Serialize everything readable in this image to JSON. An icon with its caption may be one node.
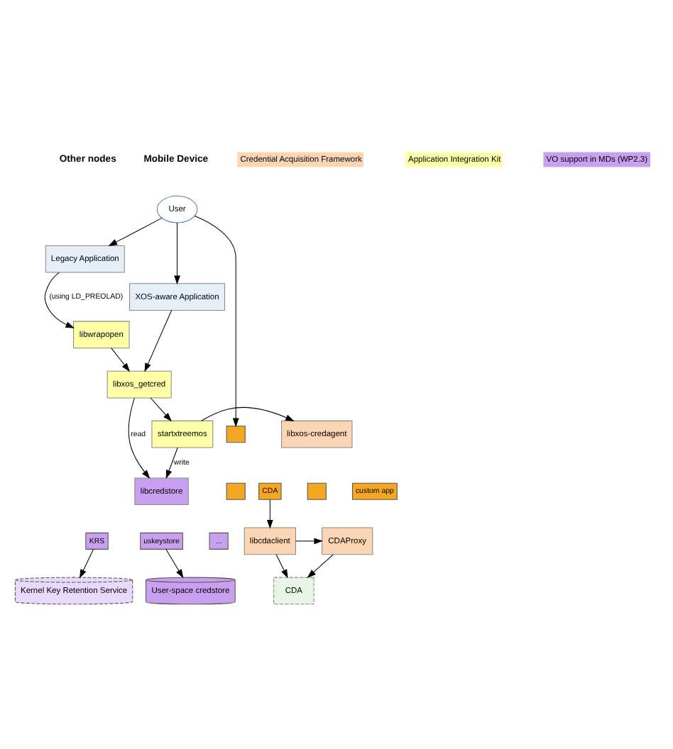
{
  "diagram": {
    "nodes": [
      {
        "text": [
          "User"
        ]
      },
      {
        "text": [
          "Legacy Application"
        ]
      },
      {
        "text": [
          "XOS-aware Application"
        ]
      },
      {
        "text": [
          "libwrapopen"
        ]
      },
      {
        "text": [
          "libxos_getcred"
        ]
      },
      {
        "text": [],
        "shape": "box"
      },
      {
        "text": [],
        "shape": "box"
      },
      {
        "text": [
          "libxos-credagent"
        ]
      },
      {
        "text": [
          "CDA"
        ]
      },
      {
        "text": [],
        "shape": "box"
      },
      {
        "text": [
          "custom app"
        ]
      },
      {
        "text": [
          "startxtreemos"
        ]
      },
      {
        "text": [
          "libcredstore"
        ]
      },
      {
        "text": [
          "KRS"
        ]
      },
      {
        "text": [
          "uskeystore"
        ]
      },
      {
        "text": [
          "..."
        ]
      },
      {
        "text": [
          "CDA"
        ]
      },
      {
        "text": [
          "CDAProxy"
        ]
      },
      {
        "text": [
          "libcdaclient"
        ]
      },
      {
        "text": [
          "Kernel Key Retention Service"
        ]
      },
      {
        "text": [
          "User-space credstore"
        ]
      }
    ],
    "edges": [
      {
        "from": 0,
        "to": 1,
        "arrow": "to"
      },
      {
        "from": 0,
        "to": 2,
        "arrow": "to"
      },
      {
        "from": 0,
        "to": 5,
        "arrow": "to"
      },
      {
        "from": 1,
        "to": 3,
        "arrow": "to",
        "label": "(using LD_PREOLAD)"
      },
      {
        "from": 2,
        "to": 4,
        "arrow": "to"
      },
      {
        "from": 3,
        "to": 4,
        "arrow": "to"
      },
      {
        "from": 4,
        "to": 11,
        "arrow": "to"
      },
      {
        "from": 4,
        "to": 12,
        "arrow": "to",
        "label": "read"
      },
      {
        "from": 11,
        "to": 7,
        "arrow": "to"
      },
      {
        "from": 11,
        "to": 12,
        "arrow": "to",
        "label": "write"
      },
      {
        "from": 8,
        "to": 18,
        "arrow": "to"
      },
      {
        "from": 18,
        "to": 16,
        "arrow": "to"
      },
      {
        "from": 18,
        "to": 17,
        "arrow": "to"
      },
      {
        "from": 17,
        "to": 16,
        "arrow": "to"
      },
      {
        "from": 13,
        "to": 19,
        "arrow": "to"
      },
      {
        "from": 14,
        "to": 20,
        "arrow": "to"
      }
    ],
    "labels": [
      "Other nodes",
      "Mobile Device"
    ],
    "legend": [
      {
        "text": "Credential Acquisition Framework",
        "color": "#fcd5b4"
      },
      {
        "text": "Application Integration Kit",
        "color": "#ffffa8"
      },
      {
        "text": "VO support in MDs (WP2.3)",
        "color": "#c9a0f0"
      }
    ]
  }
}
